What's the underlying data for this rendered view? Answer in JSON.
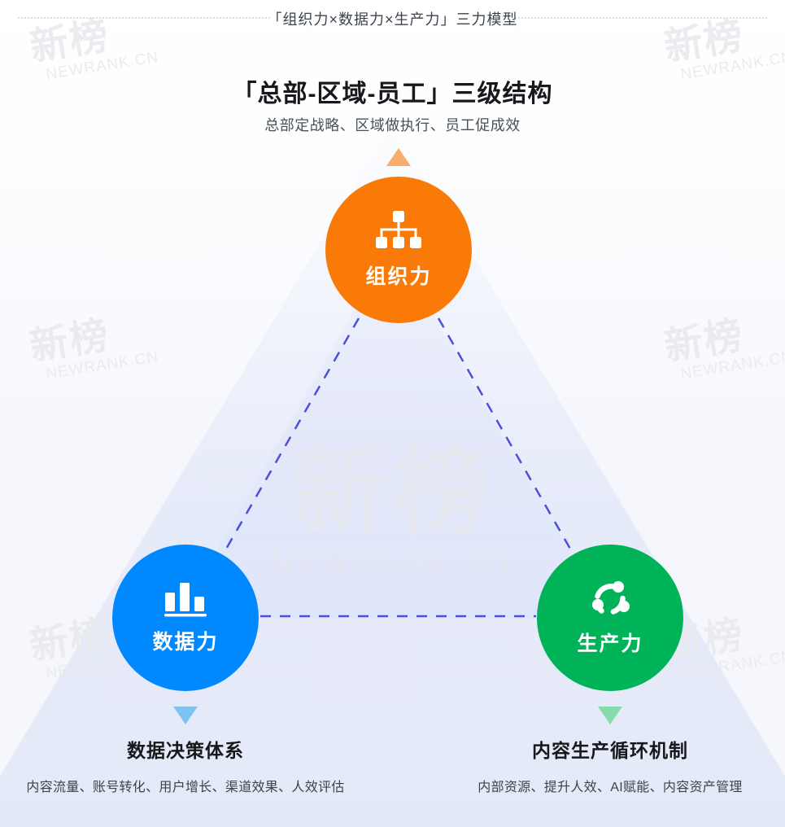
{
  "header": {
    "eyebrow": "「组织力×数据力×生产力」三力模型",
    "divider_icon": "dotted-rule"
  },
  "title_block": {
    "title": "「总部-区域-员工」三级结构",
    "subtitle": "总部定战略、区域做执行、员工促成效",
    "arrow_icon": "triangle-up-icon",
    "arrow_color": "#f9ad6b"
  },
  "colors": {
    "organization": "#F97A07",
    "data": "#0089FF",
    "production": "#00B359",
    "connector": "#4A50DC",
    "arrow_blue": "#7EC3F4",
    "arrow_green": "#86DBA8"
  },
  "nodes": [
    {
      "id": "organization",
      "label": "组织力",
      "icon": "org-chart-icon",
      "color": "#F97A07"
    },
    {
      "id": "data",
      "label": "数据力",
      "icon": "bar-chart-icon",
      "color": "#0089FF"
    },
    {
      "id": "production",
      "label": "生产力",
      "icon": "recycle-cycle-icon",
      "color": "#00B359"
    }
  ],
  "captions": [
    {
      "id": "data-caption",
      "title": "数据决策体系",
      "desc": "内容流量、账号转化、用户增长、渠道效果、人效评估",
      "arrow_icon": "triangle-down-icon",
      "arrow_color": "#7EC3F4"
    },
    {
      "id": "production-caption",
      "title": "内容生产循环机制",
      "desc": "内部资源、提升人效、AI赋能、内容资产管理",
      "arrow_icon": "triangle-down-icon",
      "arrow_color": "#86DBA8"
    }
  ],
  "watermarks": {
    "cn": "新榜",
    "en": "NEWRANK.CN"
  }
}
